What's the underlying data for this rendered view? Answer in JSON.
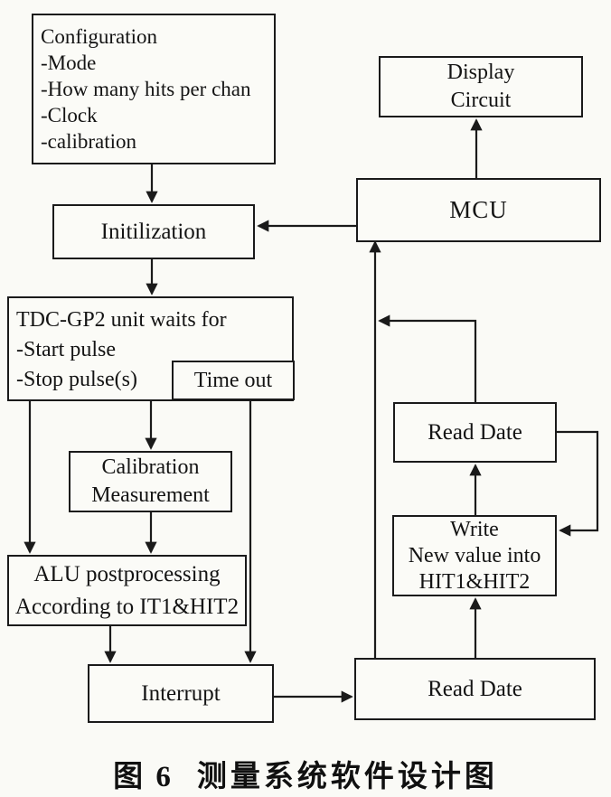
{
  "nodes": {
    "configuration": [
      "Configuration",
      "-Mode",
      "-How many hits per chan",
      "-Clock",
      "-calibration"
    ],
    "display_circuit": [
      "Display",
      "Circuit"
    ],
    "mcu": "MCU",
    "initilization": "Initilization",
    "tdc_gp2": [
      "TDC-GP2 unit waits for",
      "-Start pulse",
      "-Stop pulse(s)"
    ],
    "time_out": "Time out",
    "calibration_measurement": [
      "Calibration",
      "Measurement"
    ],
    "alu_postprocessing": [
      "ALU postprocessing",
      "According to IT1&HIT2"
    ],
    "interrupt": "Interrupt",
    "read_date_upper": "Read Date",
    "write_new_value": [
      "Write",
      "New value into",
      "HIT1&HIT2"
    ],
    "read_date_lower": "Read Date"
  },
  "caption": {
    "label": "图 6",
    "title": "测量系统软件设计图"
  },
  "colors": {
    "ink": "#1a1a1a",
    "paper": "#fafaf6"
  }
}
